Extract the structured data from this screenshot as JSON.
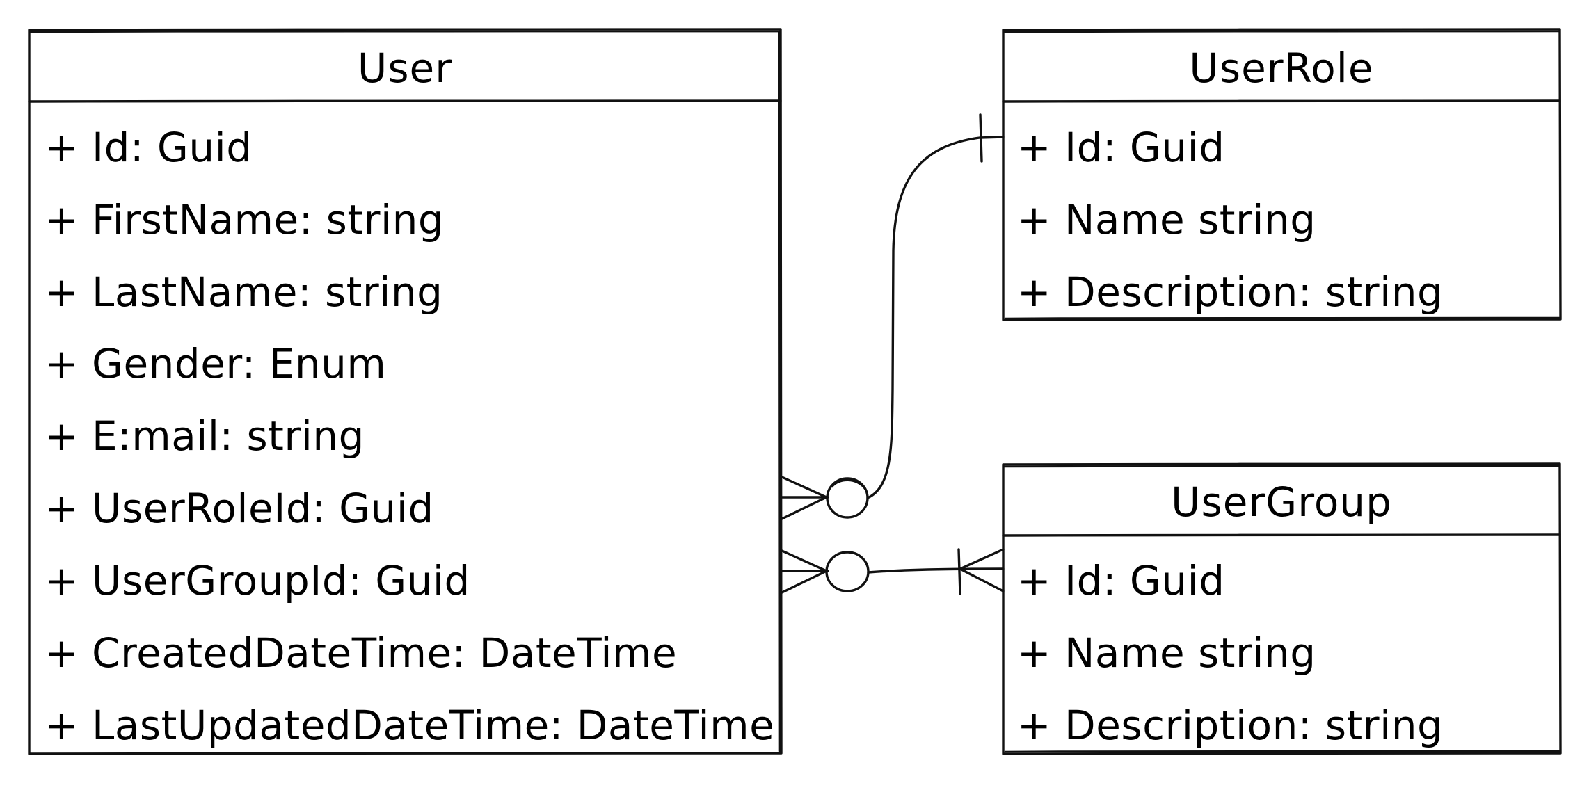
{
  "entities": {
    "user": {
      "title": "User",
      "fields": [
        "+ Id: Guid",
        "+ FirstName: string",
        "+ LastName: string",
        "+ Gender: Enum",
        "+ E:mail: string",
        "+ UserRoleId: Guid",
        "+ UserGroupId: Guid",
        "+ CreatedDateTime: DateTime",
        "+ LastUpdatedDateTime: DateTime"
      ]
    },
    "user_role": {
      "title": "UserRole",
      "fields": [
        "+ Id: Guid",
        "+ Name string",
        "+ Description: string"
      ]
    },
    "user_group": {
      "title": "UserGroup",
      "fields": [
        "+ Id: Guid",
        "+ Name string",
        "+ Description: string"
      ]
    }
  },
  "relationships": [
    {
      "from": "User.UserRoleId",
      "to": "UserRole.Id",
      "from_cardinality": "zero-or-many",
      "to_cardinality": "exactly-one"
    },
    {
      "from": "User.UserGroupId",
      "to": "UserGroup.Id",
      "from_cardinality": "zero-or-many",
      "to_cardinality": "one-or-many"
    }
  ],
  "colors": {
    "stroke": "#111111",
    "background": "#ffffff"
  }
}
